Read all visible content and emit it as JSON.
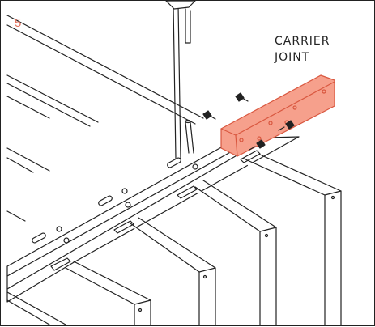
{
  "step_number": "5",
  "callout": {
    "line1": "CARRIER",
    "line2": "JOINT"
  },
  "colors": {
    "highlight_fill": "#f6a08c",
    "highlight_stroke": "#d9573f",
    "step_text": "#e5735f",
    "line": "#222222"
  }
}
